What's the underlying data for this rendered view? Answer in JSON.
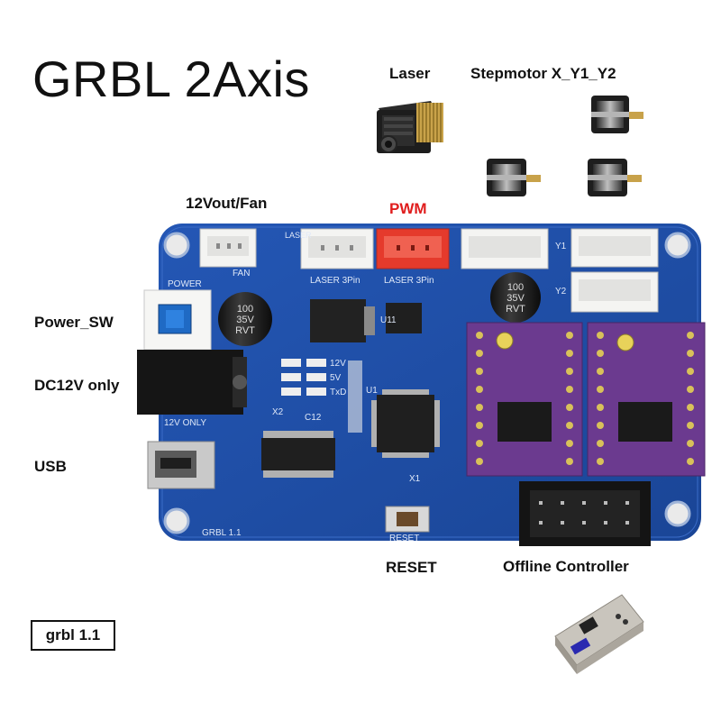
{
  "title": "GRBL 2Axis",
  "labels": {
    "laser": "Laser",
    "stepmotor": "Stepmotor X_Y1_Y2",
    "fan": "12Vout/Fan",
    "pwm": "PWM",
    "power_sw": "Power_SW",
    "dc12v": "DC12V only",
    "usb": "USB",
    "reset": "RESET",
    "offline_controller": "Offline Controller",
    "grbl_version": "grbl 1.1"
  },
  "silkscreen": {
    "power": "POWER",
    "laser_3pin": "LASER 3Pin",
    "laser_3pin_2": "LASER 3Pin",
    "fan": "FAN",
    "only_12v": "12V ONLY",
    "reset": "RESET",
    "grbl": "GRBL 1.1",
    "y1": "Y1",
    "y2": "Y2",
    "u11": "U11",
    "u1": "U1",
    "x1": "X1",
    "x2": "X2",
    "c12": "C12",
    "v12": "12V",
    "v5": "5V",
    "txd": "TxD",
    "laser_small": "LASER"
  },
  "capacitor_text": {
    "line1": "100",
    "line2": "35V",
    "line3": "RVT"
  },
  "colors": {
    "pcb": "#1f4fa8",
    "pcb_dark": "#173d86",
    "driver": "#6b3a8f",
    "pwm_connector": "#e53a2c",
    "connector": "#f4f4f2"
  }
}
